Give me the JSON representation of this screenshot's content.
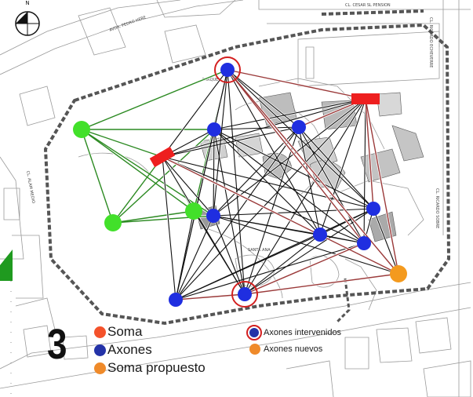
{
  "colors": {
    "soma": "#f4522b",
    "axon": "#2433a8",
    "soma_propuesto": "#ef8a2a",
    "axon_intervenido_ring": "#d42020",
    "axon_nuevo": "#ef8a2a",
    "node_green": "#42e02a",
    "node_red": "#ee1f1f",
    "node_blue": "#1f2ee0",
    "node_orange": "#f49a1e",
    "green_edge": "#2c8a22",
    "red_edge": "#9b3a3a",
    "black_edge": "#111111"
  },
  "map": {
    "north_label": "N",
    "street_labels": [
      "AVDA. PEDRO HERE",
      "CL. CESAR SL PENSION",
      "CL. RICARDO ECHEVERRE",
      "CL. ALAM MEDIO",
      "CL. RICARDO SOBRE",
      "PARQUE",
      "SANTA ANA"
    ]
  },
  "legend": {
    "number": "3",
    "items": [
      {
        "label": "Soma",
        "color": "#f4522b"
      },
      {
        "label": "Axones",
        "color": "#2433a8"
      },
      {
        "label": "Soma propuesto",
        "color": "#ef8a2a"
      },
      {
        "label": "Axones intervenidos",
        "color": "#2433a8",
        "ring": "#d42020"
      },
      {
        "label": "Axones nuevos",
        "color": "#ef8a2a"
      }
    ]
  }
}
